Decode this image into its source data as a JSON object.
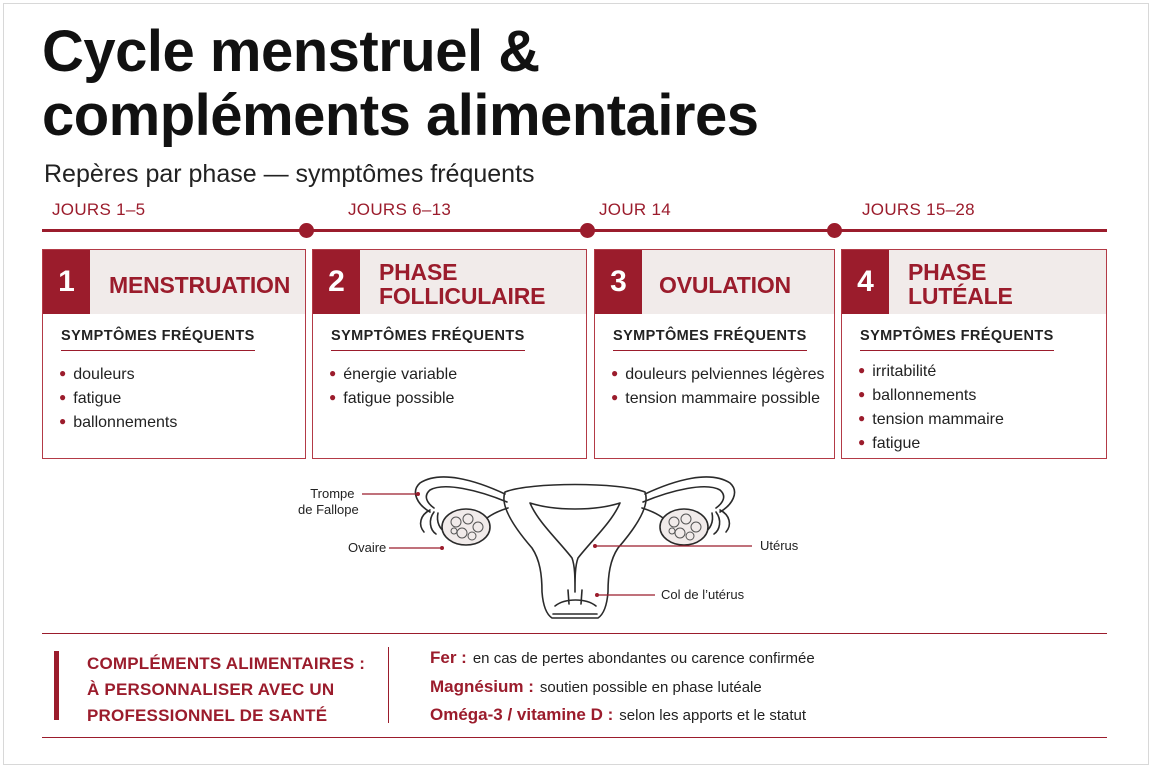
{
  "title": {
    "line1": "Cycle menstruel &",
    "line2": "compléments alimentaires"
  },
  "subtitle": "Repères par phase — symptômes fréquents",
  "days": [
    "JOURS 1–5",
    "JOURS 6–13",
    "JOUR 14",
    "JOURS 15–28"
  ],
  "symptoms_heading": "SYMPTÔMES FRÉQUENTS",
  "phases": [
    {
      "number": "1",
      "name_line1": "MENSTRUATION",
      "name_line2": "",
      "symptoms": [
        "douleurs",
        "fatigue",
        "ballonnements"
      ]
    },
    {
      "number": "2",
      "name_line1": "PHASE",
      "name_line2": "FOLLICULAIRE",
      "symptoms": [
        "énergie variable",
        "fatigue possible"
      ]
    },
    {
      "number": "3",
      "name_line1": "OVULATION",
      "name_line2": "",
      "symptoms": [
        "douleurs pelviennes légères",
        "tension mammaire possible"
      ]
    },
    {
      "number": "4",
      "name_line1": "PHASE",
      "name_line2": "LUTÉALE",
      "symptoms": [
        "irritabilité",
        "ballonnements",
        "tension mammaire",
        "fatigue"
      ]
    }
  ],
  "anatomy_labels": {
    "trompe_line1": "Trompe",
    "trompe_line2": "de Fallope",
    "ovaire": "Ovaire",
    "uterus": "Utérus",
    "col": "Col de l’utérus"
  },
  "supplements_title": {
    "line1": "COMPLÉMENTS ALIMENTAIRES :",
    "line2": "À PERSONNALISER AVEC UN",
    "line3": "PROFESSIONNEL DE SANTÉ"
  },
  "supplements": [
    {
      "name": "Fer :",
      "note": "en cas de pertes abondantes ou carence confirmée"
    },
    {
      "name": "Magnésium :",
      "note": "soutien possible en phase lutéale"
    },
    {
      "name": "Oméga-3 / vitamine D :",
      "note": "selon les apports et le statut"
    }
  ],
  "colors": {
    "accent": "#9b1c2c",
    "header_bg": "#f1ebea"
  }
}
